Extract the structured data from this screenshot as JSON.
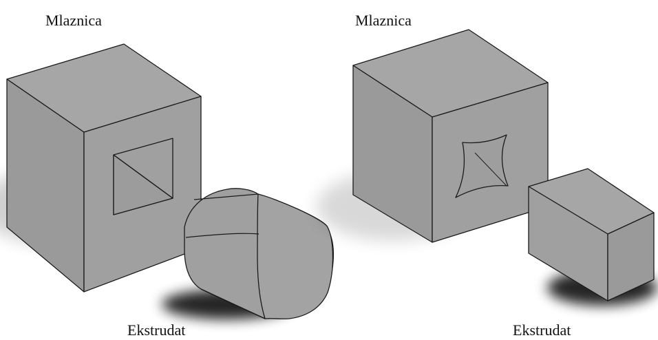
{
  "colors": {
    "face": "#a0a0a0",
    "face_light": "#a6a6a6",
    "face_dark": "#9a9a9a",
    "edge": "#1a1a1a"
  },
  "labels": {
    "die_left": "Mlaznica",
    "die_right": "Mlaznica",
    "extrudate_left": "Ekstrudat",
    "extrudate_right": "Ekstrudat"
  }
}
